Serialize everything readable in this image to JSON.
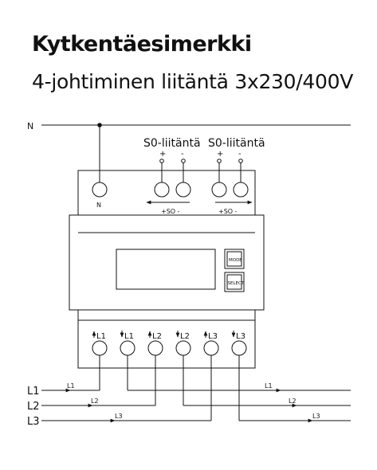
{
  "header": {
    "title": "Kytkentäesimerkki",
    "subtitle": "4-johtiminen liitäntä 3x230/400V"
  },
  "diagram": {
    "neutral_label": "N",
    "so_groups": [
      {
        "label": "S0-liitäntä",
        "plus": "+",
        "minus": "-",
        "marking": "+SO -"
      },
      {
        "label": "S0-liitäntä",
        "plus": "+",
        "minus": "-",
        "marking": "+SO -"
      }
    ],
    "meter": {
      "neutral_terminal": "N",
      "buttons": [
        "MODE",
        "SELECT"
      ]
    },
    "phase_terminals": [
      "L1",
      "L1",
      "L2",
      "L2",
      "L3",
      "L3"
    ],
    "lines": [
      "L1",
      "L2",
      "L3"
    ],
    "current_labels_left": [
      "L1",
      "L2",
      "L3"
    ],
    "current_labels_right": [
      "L1",
      "L2",
      "L3"
    ],
    "colors": {
      "line": "#111111",
      "background": "#ffffff"
    }
  }
}
